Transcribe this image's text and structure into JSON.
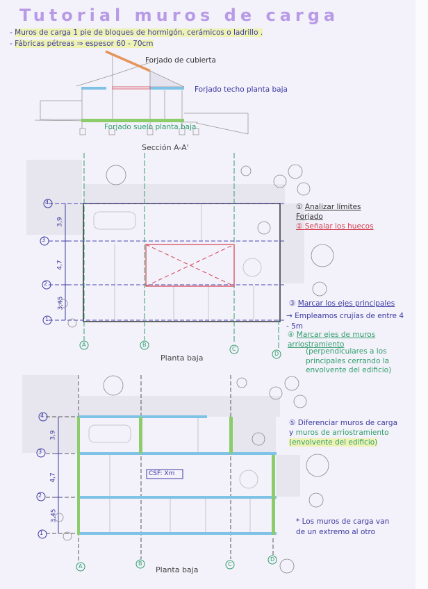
{
  "title": "Tutorial muros de carga",
  "notes": [
    {
      "prefix": "-",
      "text": "Muros de carga 1 pie de bloques de hormigón, cerámicos o ladrillo ."
    },
    {
      "prefix": "-",
      "text": "Fábricas pétreas ⇒ espesor 60 - 70cm"
    }
  ],
  "section": {
    "caption": "Sección A-A'",
    "labels": {
      "roof": "Forjado de cubierta",
      "ceiling": "Forjado techo planta baja",
      "floor": "Forjado suelo planta baja"
    }
  },
  "plan1": {
    "caption": "Planta baja",
    "row_axes": [
      "4",
      "3",
      "2",
      "1"
    ],
    "col_axes": [
      "A",
      "B",
      "C",
      "D"
    ],
    "dimensions": [
      "3,9",
      "4,7",
      "3,45"
    ],
    "steps": [
      {
        "num": "1",
        "text": "Analizar límites Forjado"
      },
      {
        "num": "2",
        "text": "Señalar los huecos"
      },
      {
        "num": "3",
        "text": "Marcar los ejes principales"
      },
      {
        "text": "→ Empleamos crujías de entre 4 - 5m"
      },
      {
        "num": "4",
        "text": "Marcar ejes de muros arriostramiento"
      },
      {
        "text": "(perpendiculares a los principales cerrando la envolvente del edificio)"
      }
    ]
  },
  "plan2": {
    "caption": "Planta baja",
    "row_axes": [
      "4",
      "3",
      "2",
      "1"
    ],
    "col_axes": [
      "A",
      "B",
      "C",
      "D"
    ],
    "dimensions": [
      "3,9",
      "4,7",
      "3,45"
    ],
    "box_label": "CSF: Xm",
    "step5": {
      "num": "5",
      "text_a": "Diferenciar muros de carga y",
      "text_b": "muros de arriostramiento",
      "text_c": "(envolvente del edificio)"
    },
    "note": "* Los muros de carga van de un extremo al otro"
  },
  "colors": {
    "load_wall": "#7ec3e6",
    "bracing_wall": "#8ccc6a",
    "roof": "#e3955a",
    "opening": "#d33f4f",
    "ink": "#3b3aa0",
    "green_ink": "#2f9e6a"
  }
}
